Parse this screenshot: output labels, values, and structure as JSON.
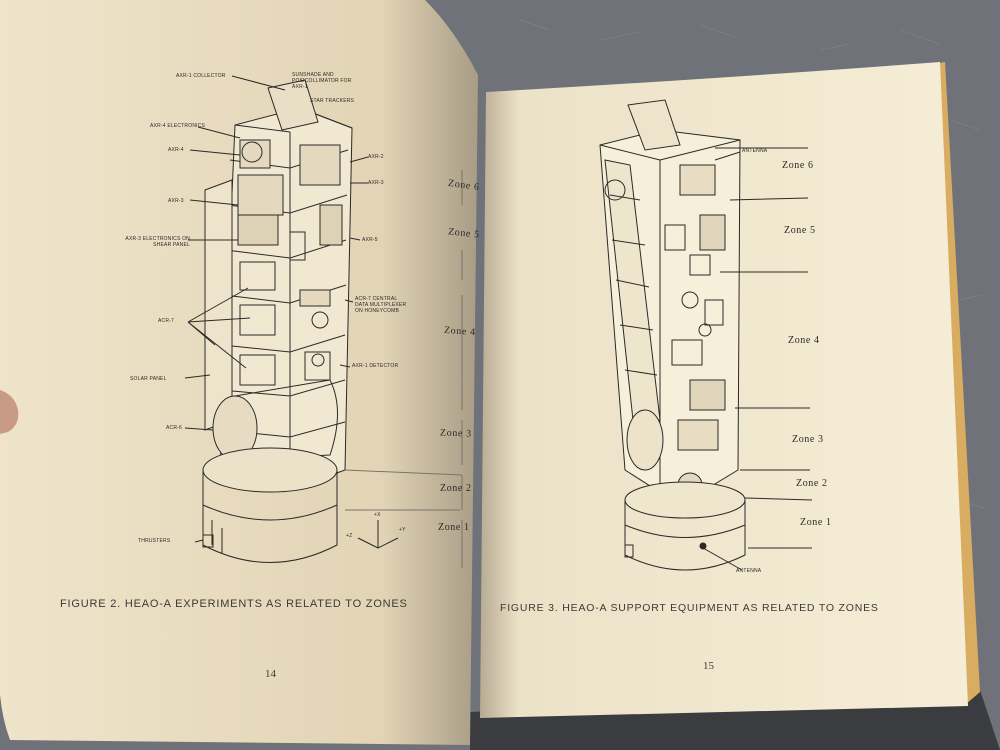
{
  "left_page": {
    "figure_caption": "FIGURE 2. HEAO-A EXPERIMENTS AS RELATED TO ZONES",
    "page_number": "14",
    "labels": {
      "a1_collector": "AXR-1 COLLECTOR",
      "sunshade": "SUNSHADE AND POSICOLLIMATOR FOR AXR-1",
      "star_trackers": "STAR TRACKERS",
      "a4_electronics": "AXR-4 ELECTRONICS",
      "a4": "AXR-4",
      "a2": "AXR-2",
      "a3_right": "AXR-3",
      "a3_left": "AXR-3",
      "a3_electronics": "AXR-3 ELECTRONICS ON SHEAR PANEL",
      "a5": "AXR-5",
      "central_data": "ACR-7 CENTRAL DATA MULTIPLEXER ON HONEYCOMB",
      "a7": "ACR-7",
      "a1_detector": "AXR-1 DETECTOR",
      "solar_panel": "SOLAR PANEL",
      "a6": "ACR-6",
      "thrusters": "THRUSTERS",
      "axis_x": "+X",
      "axis_z": "+Z",
      "axis_y": "+Y"
    },
    "zones": [
      "Zone 6",
      "Zone 5",
      "Zone 4",
      "Zone 3",
      "Zone 2",
      "Zone 1"
    ]
  },
  "right_page": {
    "figure_caption": "FIGURE 3. HEAO-A SUPPORT EQUIPMENT AS RELATED TO ZONES",
    "page_number": "15",
    "labels": {
      "antenna_top": "ANTENNA",
      "antenna_bottom": "ANTENNA"
    },
    "zones": [
      "Zone 6",
      "Zone 5",
      "Zone 4",
      "Zone 3",
      "Zone 2",
      "Zone 1"
    ]
  },
  "colors": {
    "background_fabric": "#6f7278",
    "left_page": "#f0e6cf",
    "right_page": "#f5edd6",
    "ink": "#2b2a28"
  }
}
